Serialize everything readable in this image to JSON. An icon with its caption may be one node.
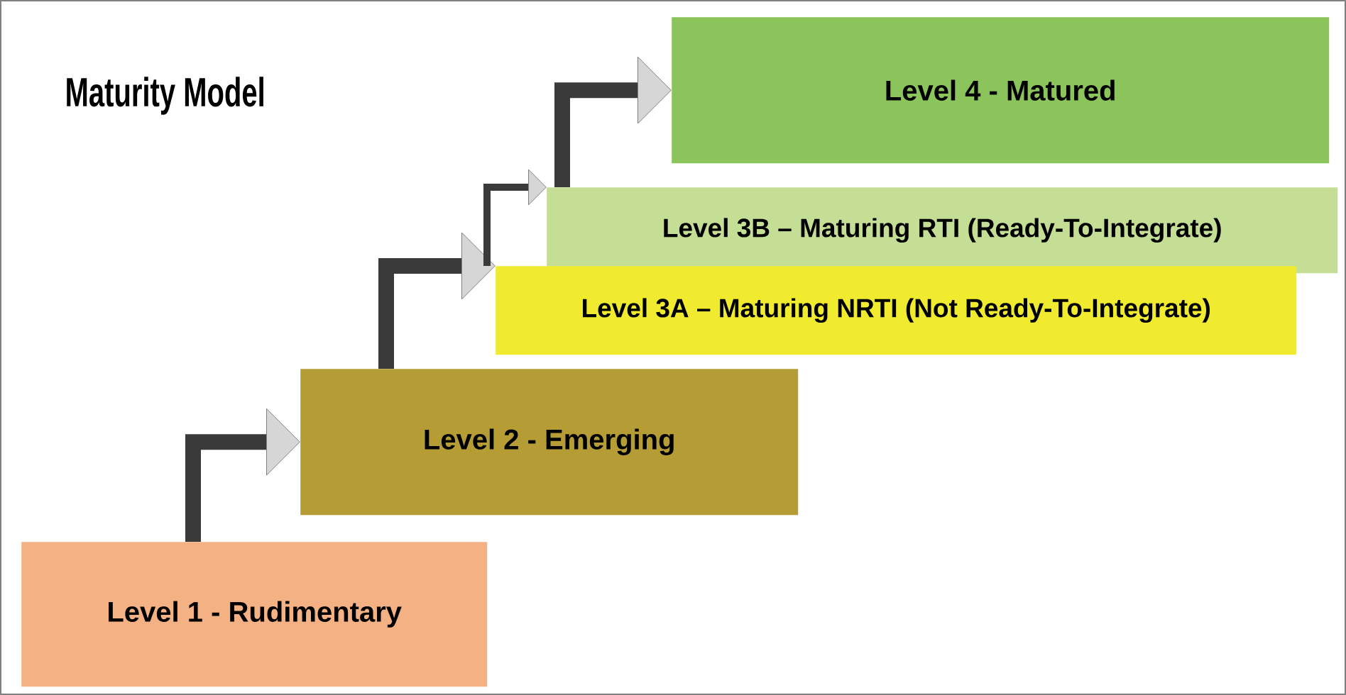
{
  "diagram": {
    "title": "Maturity Model",
    "nodes": [
      {
        "text": [
          "Level 1 - Rudimentary"
        ]
      },
      {
        "text": [
          "Level 2 - Emerging"
        ]
      },
      {
        "text": [
          "Level 3A – Maturing NRTI (Not Ready-To-Integrate)"
        ]
      },
      {
        "text": [
          "Level 3B – Maturing RTI (Ready-To-Integrate)"
        ]
      },
      {
        "text": [
          "Level 4 - Matured"
        ]
      }
    ],
    "edges": [
      {
        "from": 0,
        "to": 1,
        "arrow": "to"
      },
      {
        "from": 1,
        "to": 2,
        "arrow": "to"
      },
      {
        "from": 2,
        "to": 3,
        "arrow": "to"
      },
      {
        "from": 3,
        "to": 4,
        "arrow": "to"
      }
    ]
  }
}
